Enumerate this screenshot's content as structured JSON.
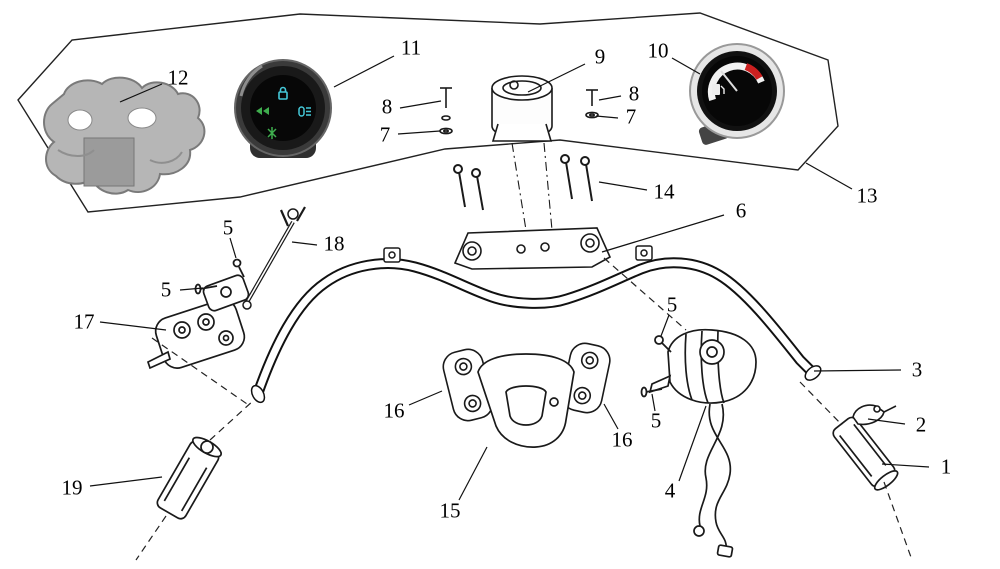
{
  "callouts": [
    {
      "label": "12"
    },
    {
      "label": "11"
    },
    {
      "label": "9"
    },
    {
      "label": "8"
    },
    {
      "label": "7"
    },
    {
      "label": "8"
    },
    {
      "label": "7"
    },
    {
      "label": "10"
    },
    {
      "label": "13"
    },
    {
      "label": "14"
    },
    {
      "label": "6"
    },
    {
      "label": "5"
    },
    {
      "label": "18"
    },
    {
      "label": "5"
    },
    {
      "label": "17"
    },
    {
      "label": "16"
    },
    {
      "label": "16"
    },
    {
      "label": "15"
    },
    {
      "label": "5"
    },
    {
      "label": "5"
    },
    {
      "label": "4"
    },
    {
      "label": "3"
    },
    {
      "label": "2"
    },
    {
      "label": "1"
    },
    {
      "label": "19"
    }
  ],
  "colors": {
    "line": "#1a1a1a",
    "leader": "#111111",
    "gauge-bezel": "#3a3a3a",
    "gauge-face": "#070707",
    "chrome": "#e6e6e6",
    "fuel-arc": "#f2f2f2",
    "red-mark": "#cc2020",
    "indicator-cyan": "#45c8d8",
    "indicator-green": "#3fae4e",
    "metal-gray": "#b6b6b6",
    "background": "#ffffff"
  }
}
